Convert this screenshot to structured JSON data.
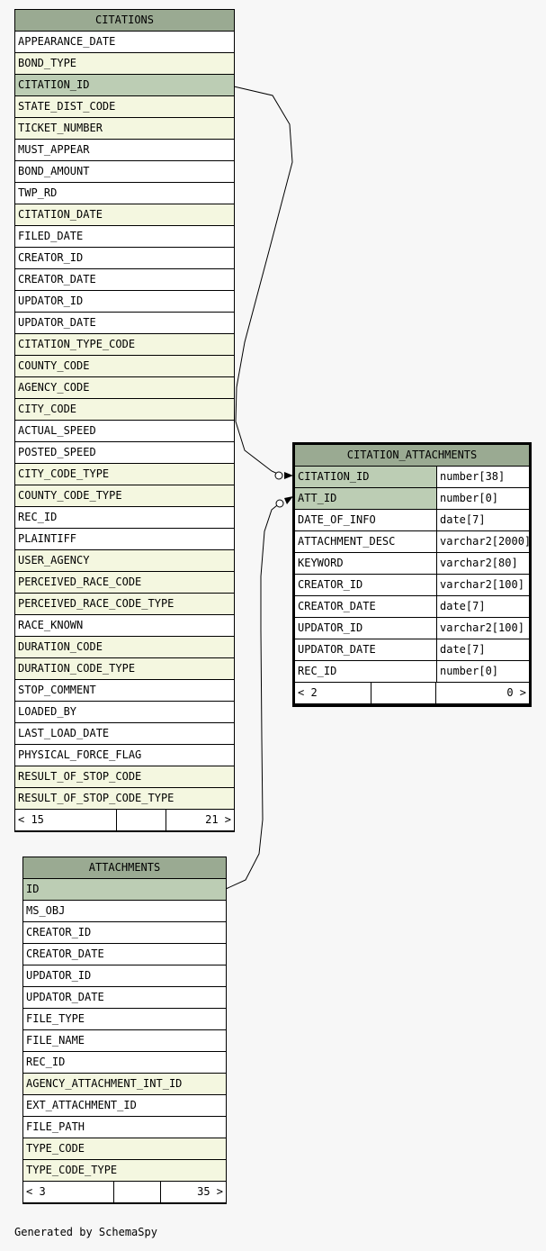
{
  "tables": {
    "citations": {
      "title": "CITATIONS",
      "rows": [
        {
          "name": "APPEARANCE_DATE",
          "kind": "plain"
        },
        {
          "name": "BOND_TYPE",
          "kind": "fk"
        },
        {
          "name": "CITATION_ID",
          "kind": "pk"
        },
        {
          "name": "STATE_DIST_CODE",
          "kind": "fk"
        },
        {
          "name": "TICKET_NUMBER",
          "kind": "fk"
        },
        {
          "name": "MUST_APPEAR",
          "kind": "plain"
        },
        {
          "name": "BOND_AMOUNT",
          "kind": "plain"
        },
        {
          "name": "TWP_RD",
          "kind": "plain"
        },
        {
          "name": "CITATION_DATE",
          "kind": "fk"
        },
        {
          "name": "FILED_DATE",
          "kind": "plain"
        },
        {
          "name": "CREATOR_ID",
          "kind": "plain"
        },
        {
          "name": "CREATOR_DATE",
          "kind": "plain"
        },
        {
          "name": "UPDATOR_ID",
          "kind": "plain"
        },
        {
          "name": "UPDATOR_DATE",
          "kind": "plain"
        },
        {
          "name": "CITATION_TYPE_CODE",
          "kind": "fk"
        },
        {
          "name": "COUNTY_CODE",
          "kind": "fk"
        },
        {
          "name": "AGENCY_CODE",
          "kind": "fk"
        },
        {
          "name": "CITY_CODE",
          "kind": "fk"
        },
        {
          "name": "ACTUAL_SPEED",
          "kind": "plain"
        },
        {
          "name": "POSTED_SPEED",
          "kind": "plain"
        },
        {
          "name": "CITY_CODE_TYPE",
          "kind": "fk"
        },
        {
          "name": "COUNTY_CODE_TYPE",
          "kind": "fk"
        },
        {
          "name": "REC_ID",
          "kind": "plain"
        },
        {
          "name": "PLAINTIFF",
          "kind": "plain"
        },
        {
          "name": "USER_AGENCY",
          "kind": "fk"
        },
        {
          "name": "PERCEIVED_RACE_CODE",
          "kind": "fk"
        },
        {
          "name": "PERCEIVED_RACE_CODE_TYPE",
          "kind": "fk"
        },
        {
          "name": "RACE_KNOWN",
          "kind": "plain"
        },
        {
          "name": "DURATION_CODE",
          "kind": "fk"
        },
        {
          "name": "DURATION_CODE_TYPE",
          "kind": "fk"
        },
        {
          "name": "STOP_COMMENT",
          "kind": "plain"
        },
        {
          "name": "LOADED_BY",
          "kind": "plain"
        },
        {
          "name": "LAST_LOAD_DATE",
          "kind": "plain"
        },
        {
          "name": "PHYSICAL_FORCE_FLAG",
          "kind": "plain"
        },
        {
          "name": "RESULT_OF_STOP_CODE",
          "kind": "fk"
        },
        {
          "name": "RESULT_OF_STOP_CODE_TYPE",
          "kind": "fk"
        }
      ],
      "footer": {
        "parents": "< 15",
        "middle": "",
        "children": "21 >"
      }
    },
    "citation_attachments": {
      "title": "CITATION_ATTACHMENTS",
      "rows": [
        {
          "name": "CITATION_ID",
          "type": "number[38]",
          "kind": "pk"
        },
        {
          "name": "ATT_ID",
          "type": "number[0]",
          "kind": "pk"
        },
        {
          "name": "DATE_OF_INFO",
          "type": "date[7]",
          "kind": "plain"
        },
        {
          "name": "ATTACHMENT_DESC",
          "type": "varchar2[2000]",
          "kind": "plain"
        },
        {
          "name": "KEYWORD",
          "type": "varchar2[80]",
          "kind": "plain"
        },
        {
          "name": "CREATOR_ID",
          "type": "varchar2[100]",
          "kind": "plain"
        },
        {
          "name": "CREATOR_DATE",
          "type": "date[7]",
          "kind": "plain"
        },
        {
          "name": "UPDATOR_ID",
          "type": "varchar2[100]",
          "kind": "plain"
        },
        {
          "name": "UPDATOR_DATE",
          "type": "date[7]",
          "kind": "plain"
        },
        {
          "name": "REC_ID",
          "type": "number[0]",
          "kind": "plain"
        }
      ],
      "footer": {
        "parents": "< 2",
        "middle": "",
        "children": "0 >"
      }
    },
    "attachments": {
      "title": "ATTACHMENTS",
      "rows": [
        {
          "name": "ID",
          "kind": "pk"
        },
        {
          "name": "MS_OBJ",
          "kind": "plain"
        },
        {
          "name": "CREATOR_ID",
          "kind": "plain"
        },
        {
          "name": "CREATOR_DATE",
          "kind": "plain"
        },
        {
          "name": "UPDATOR_ID",
          "kind": "plain"
        },
        {
          "name": "UPDATOR_DATE",
          "kind": "plain"
        },
        {
          "name": "FILE_TYPE",
          "kind": "plain"
        },
        {
          "name": "FILE_NAME",
          "kind": "plain"
        },
        {
          "name": "REC_ID",
          "kind": "plain"
        },
        {
          "name": "AGENCY_ATTACHMENT_INT_ID",
          "kind": "fk"
        },
        {
          "name": "EXT_ATTACHMENT_ID",
          "kind": "plain"
        },
        {
          "name": "FILE_PATH",
          "kind": "plain"
        },
        {
          "name": "TYPE_CODE",
          "kind": "fk"
        },
        {
          "name": "TYPE_CODE_TYPE",
          "kind": "fk"
        }
      ],
      "footer": {
        "parents": "< 3",
        "middle": "",
        "children": "35 >"
      }
    }
  },
  "generated_by": "Generated by SchemaSpy",
  "colors": {
    "title": "#9aaa92",
    "primary_key": "#bccdb4",
    "indexed": "#f4f7e0",
    "plain": "#ffffff",
    "background": "#f7f7f7"
  }
}
